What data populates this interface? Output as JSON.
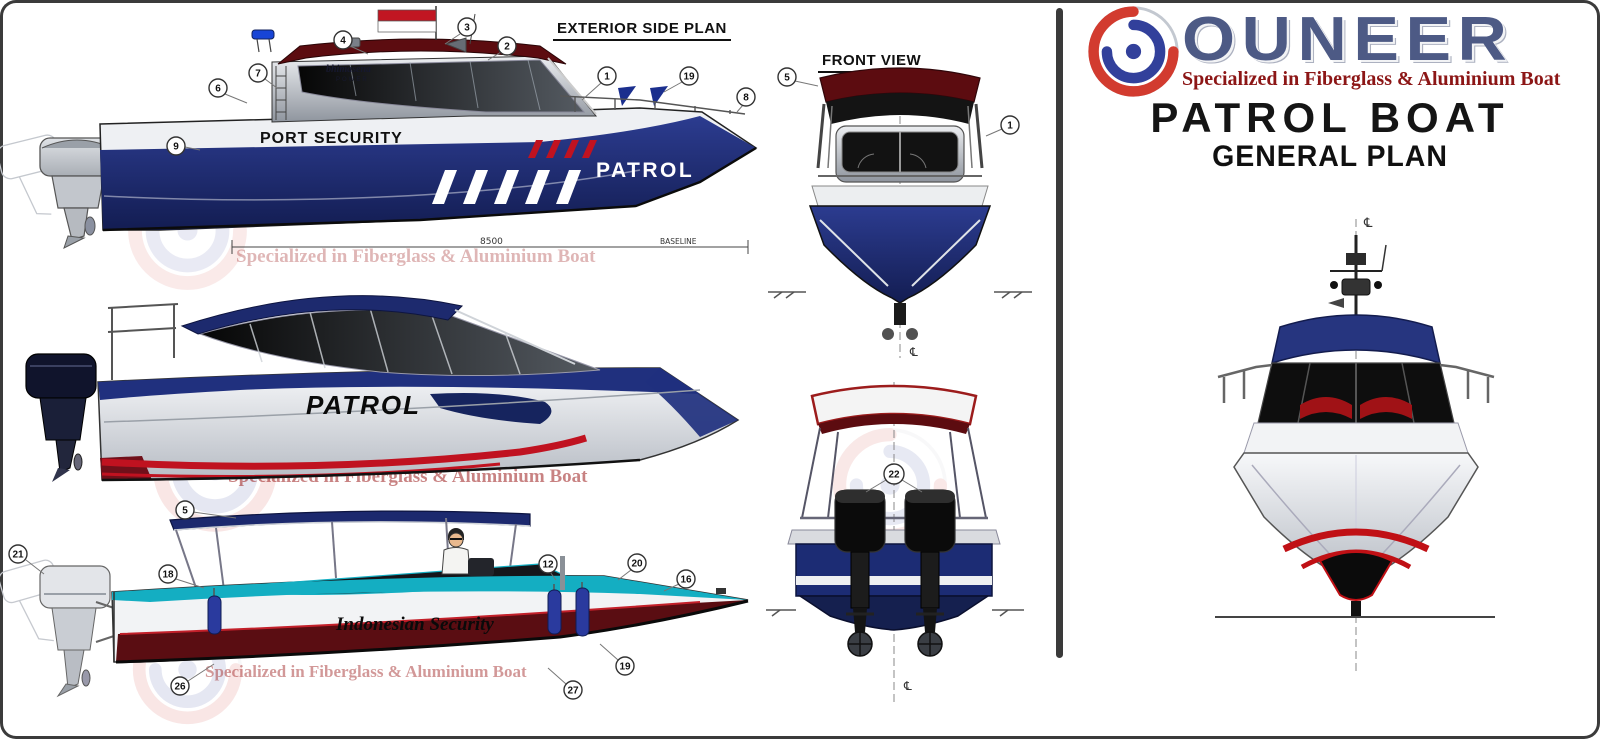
{
  "header": {
    "brand": "OUNEER",
    "tagline": "Specialized in Fiberglass & Aluminium Boat",
    "title": "PATROL BOAT",
    "subtitle": "GENERAL PLAN"
  },
  "side_plan": {
    "title": "EXTERIOR SIDE PLAN",
    "cabin_label": "PORT SECURITY",
    "hull_label": "PATROL",
    "boat_name": "bhimasena",
    "boat_name_sub": "POWER",
    "dimension": "8500",
    "baseline_label": "BASELINE",
    "callouts": [
      "3",
      "4",
      "2",
      "1",
      "19",
      "8",
      "7",
      "6",
      "9"
    ]
  },
  "mid_boat": {
    "hull_label": "PATROL"
  },
  "bottom_boat": {
    "hull_label": "Indonesian Security",
    "callouts": [
      "5",
      "18",
      "21",
      "12",
      "20",
      "16",
      "19",
      "26",
      "27"
    ]
  },
  "front_view": {
    "title": "FRONT VIEW",
    "callouts": [
      "5",
      "1"
    ],
    "rear_callout": "22",
    "centerline_symbol": "℄"
  },
  "watermark": {
    "brand": "OUNEER",
    "tagline": "Specialized in Fiberglass & Aluminium Boat"
  },
  "colors": {
    "hull_navy": "#1c2c74",
    "roof_maroon": "#5c0c10",
    "accent_red": "#c01220",
    "teal": "#14aec2",
    "logo_red": "#d23b2f",
    "logo_blue": "#32409b",
    "brand_text": "#4d5a85",
    "tagline_red": "#8c1616"
  }
}
